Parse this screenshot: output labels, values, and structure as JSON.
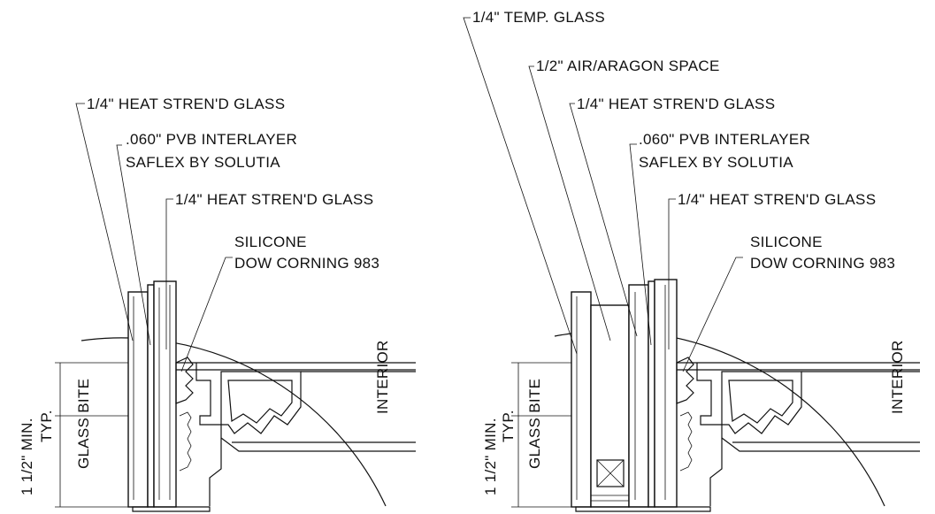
{
  "left_detail": {
    "glass_outer": "1/4\" HEAT STREN'D GLASS",
    "pvb_line1": ".060\" PVB INTERLAYER",
    "pvb_line2": "SAFLEX BY SOLUTIA",
    "glass_inner": "1/4\" HEAT STREN'D GLASS",
    "silicone_line1": "SILICONE",
    "silicone_line2": "DOW CORNING 983",
    "interior": "INTERIOR",
    "dim_min": "1 1/2\" MIN.",
    "dim_typ": "TYP.",
    "glass_bite": "GLASS BITE"
  },
  "right_detail": {
    "temp_glass": "1/4\" TEMP. GLASS",
    "air_space": "1/2\" AIR/ARAGON SPACE",
    "glass_outer": "1/4\" HEAT STREN'D GLASS",
    "pvb_line1": ".060\" PVB INTERLAYER",
    "pvb_line2": "SAFLEX BY SOLUTIA",
    "glass_inner": "1/4\" HEAT STREN'D GLASS",
    "silicone_line1": "SILICONE",
    "silicone_line2": "DOW CORNING 983",
    "interior": "INTERIOR",
    "dim_min": "1 1/2\" MIN.",
    "dim_typ": "TYP.",
    "glass_bite": "GLASS BITE"
  }
}
